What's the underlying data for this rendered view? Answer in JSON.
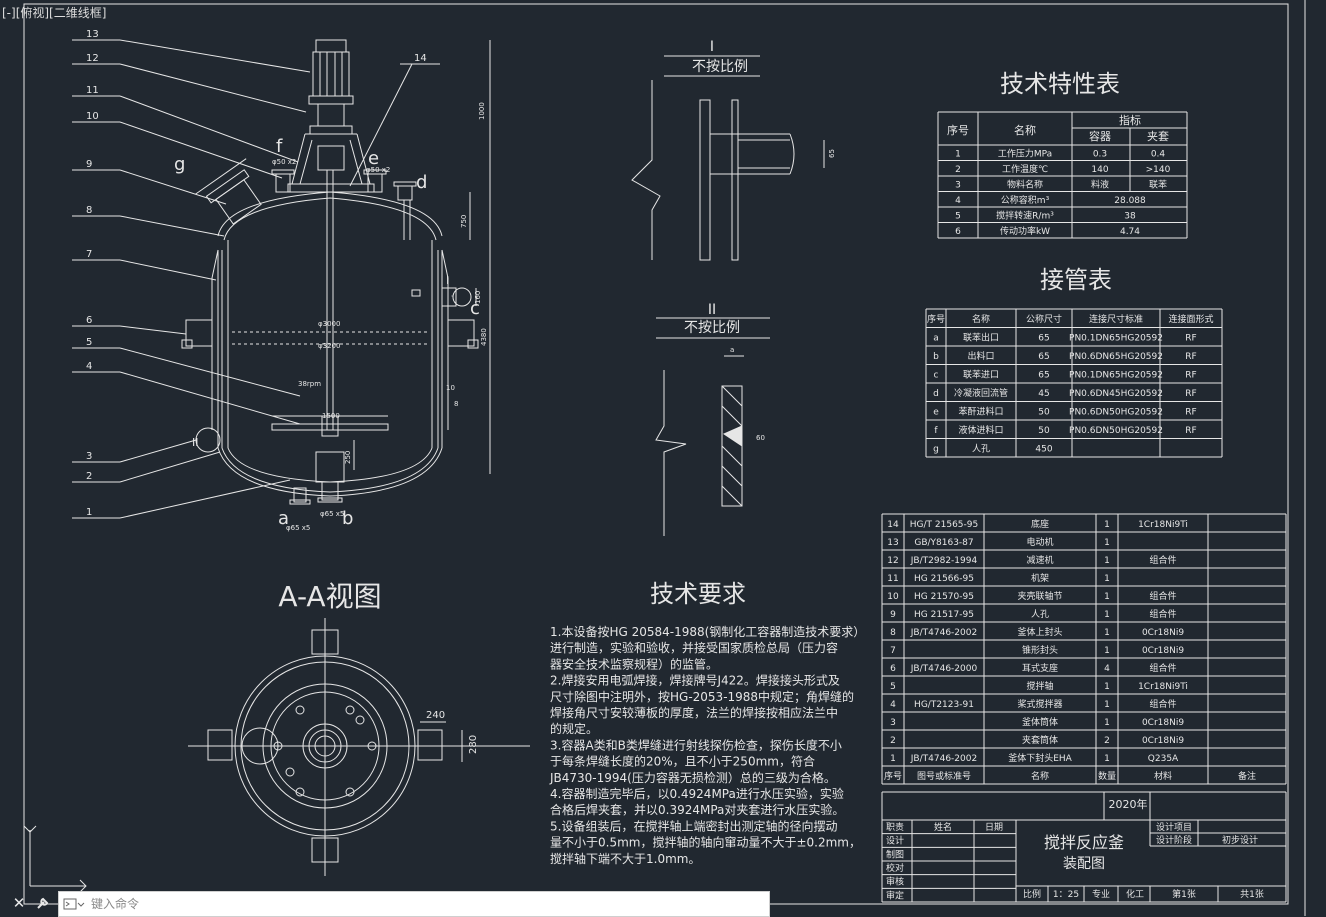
{
  "viewport": {
    "label": "[-][俯视][二维线框]"
  },
  "command": {
    "placeholder": "键入命令",
    "close_icon": "close-icon",
    "settings_icon": "wrench-icon"
  },
  "colors": {
    "background": "#212830",
    "line": "#e6e6e6"
  },
  "elevation": {
    "part_numbers": [
      "13",
      "12",
      "11",
      "10",
      "9",
      "8",
      "7",
      "6",
      "5",
      "4",
      "3",
      "2",
      "1",
      "14"
    ],
    "nozzle_letters": [
      "f",
      "g",
      "e",
      "d",
      "c",
      "a",
      "b"
    ],
    "detail_refs": [
      "I",
      "II"
    ],
    "dims": {
      "d1": "1000",
      "d2": "750",
      "d3": "4380",
      "d4": "250",
      "d5": "φ3000",
      "d6": "φ3200",
      "d7": "1500",
      "d8": "38rpm",
      "d9": "10",
      "d10": "8",
      "d11": "160",
      "d12": "φ50 x2",
      "d13": "φ50 x2",
      "d14": "φ65 x5",
      "d15": "φ65 x5"
    }
  },
  "detail1": {
    "roman": "I",
    "note": "不按比例",
    "dim": "65"
  },
  "detail2": {
    "roman": "II",
    "note": "不按比例",
    "dim": "a",
    "angle": "60"
  },
  "aa_view": {
    "title": "A-A视图",
    "dim_w": "240",
    "dim_h": "280"
  },
  "tech_table": {
    "title": "技术特性表",
    "h_no": "序号",
    "h_name": "名称",
    "h_index": "指标",
    "h_vessel": "容器",
    "h_jacket": "夹套",
    "rows": [
      {
        "no": "1",
        "name": "工作压力MPa",
        "vessel": "0.3",
        "jacket": "0.4"
      },
      {
        "no": "2",
        "name": "工作温度℃",
        "vessel": "140",
        "jacket": ">140"
      },
      {
        "no": "3",
        "name": "物料名称",
        "vessel": "料液",
        "jacket": "联苯"
      },
      {
        "no": "4",
        "name": "公称容积m³",
        "span": "28.088"
      },
      {
        "no": "5",
        "name": "搅拌转速R/m³",
        "span": "38"
      },
      {
        "no": "6",
        "name": "传动功率kW",
        "span": "4.74"
      }
    ]
  },
  "nozzle_table": {
    "title": "接管表",
    "headers": [
      "序号",
      "名称",
      "公称尺寸",
      "连接尺寸标准",
      "连接面形式"
    ],
    "rows": [
      [
        "a",
        "联苯出口",
        "65",
        "PN0.1DN65HG20592",
        "RF"
      ],
      [
        "b",
        "出料口",
        "65",
        "PN0.6DN65HG20592",
        "RF"
      ],
      [
        "c",
        "联苯进口",
        "65",
        "PN0.1DN65HG20592",
        "RF"
      ],
      [
        "d",
        "冷凝液回流管",
        "45",
        "PN0.6DN45HG20592",
        "RF"
      ],
      [
        "e",
        "苯酐进料口",
        "50",
        "PN0.6DN50HG20592",
        "RF"
      ],
      [
        "f",
        "液体进料口",
        "50",
        "PN0.6DN50HG20592",
        "RF"
      ],
      [
        "g",
        "人孔",
        "450",
        "",
        ""
      ]
    ]
  },
  "tech_req": {
    "title": "技术要求",
    "lines": [
      "1.本设备按HG 20584-1988(钢制化工容器制造技术要求）",
      "进行制造，实验和验收，并接受国家质检总局（压力容",
      "器安全技术监察规程）的监管。",
      "2.焊接安用电弧焊接，焊接牌号J422。焊接接头形式及",
      "尺寸除图中注明外，按HG-2053-1988中规定；角焊缝的",
      "焊接角尺寸安较薄板的厚度，法兰的焊接按相应法兰中",
      "的规定。",
      "3.容器A类和B类焊缝进行射线探伤检查，探伤长度不小",
      "于每条焊缝长度的20%，且不小于250mm，符合",
      "JB4730-1994(压力容器无损检测）总的三级为合格。",
      "4.容器制造完毕后，以0.4924MPa进行水压实验，实验",
      "合格后焊夹套，并以0.3924MPa对夹套进行水压实验。",
      "5.设备组装后，在搅拌轴上端密封出测定轴的径向摆动",
      "量不小于0.5mm，搅拌轴的轴向窜动量不大于±0.2mm，",
      "搅拌轴下端不大于1.0mm。"
    ]
  },
  "bom": {
    "rows": [
      [
        "14",
        "HG/T 21565-95",
        "底座",
        "1",
        "1Cr18Ni9Ti",
        ""
      ],
      [
        "13",
        "GB/Y8163-87",
        "电动机",
        "1",
        "",
        ""
      ],
      [
        "12",
        "JB/T2982-1994",
        "减速机",
        "1",
        "组合件",
        ""
      ],
      [
        "11",
        "HG 21566-95",
        "机架",
        "1",
        "",
        ""
      ],
      [
        "10",
        "HG 21570-95",
        "夹壳联轴节",
        "1",
        "组合件",
        ""
      ],
      [
        "9",
        "HG 21517-95",
        "人孔",
        "1",
        "组合件",
        ""
      ],
      [
        "8",
        "JB/T4746-2002",
        "釜体上封头",
        "1",
        "0Cr18Ni9",
        ""
      ],
      [
        "7",
        "",
        "锥形封头",
        "1",
        "0Cr18Ni9",
        ""
      ],
      [
        "6",
        "JB/T4746-2000",
        "耳式支座",
        "4",
        "组合件",
        ""
      ],
      [
        "5",
        "",
        "搅拌轴",
        "1",
        "1Cr18Ni9Ti",
        ""
      ],
      [
        "4",
        "HG/T2123-91",
        "桨式搅拌器",
        "1",
        "组合件",
        ""
      ],
      [
        "3",
        "",
        "釜体筒体",
        "1",
        "0Cr18Ni9",
        ""
      ],
      [
        "2",
        "",
        "夹套筒体",
        "2",
        "0Cr18Ni9",
        ""
      ],
      [
        "1",
        "JB/T4746-2002",
        "釜体下封头EHA",
        "1",
        "Q235A",
        ""
      ]
    ],
    "header": [
      "序号",
      "图号或标准号",
      "名称",
      "数量",
      "材料",
      "备注"
    ]
  },
  "title_block": {
    "year": "2020年",
    "roles": [
      "职责",
      "设计",
      "制图",
      "校对",
      "审核",
      "审定"
    ],
    "col_name": "姓名",
    "col_date": "日期",
    "title": "搅拌反应釜",
    "subtitle": "装配图",
    "project_label": "设计项目",
    "stage_label": "设计阶段",
    "stage_value": "初步设计",
    "scale_label": "比例",
    "scale_value": "1：25",
    "major_label": "专业",
    "major_value": "化工",
    "sheet": "第1张",
    "total": "共1张"
  }
}
